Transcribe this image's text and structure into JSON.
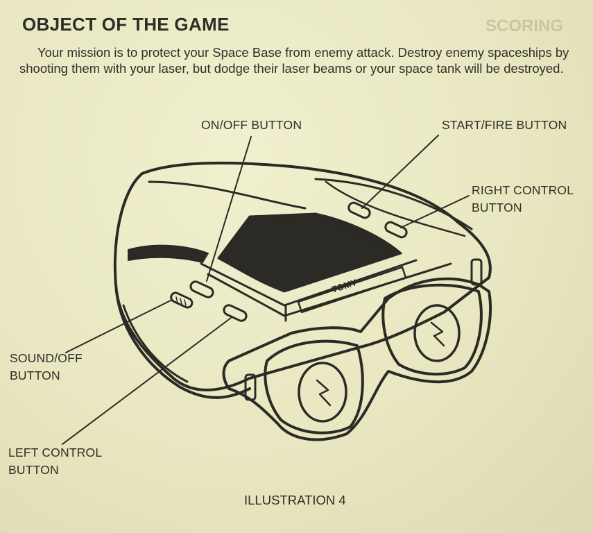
{
  "heading": "OBJECT OF THE GAME",
  "intro_text": "Your mission is to protect your Space Base from enemy attack. Destroy enemy spaceships by shooting them with your laser, but dodge their laser beams or your space tank will be destroyed.",
  "labels": {
    "on_off": "ON/OFF BUTTON",
    "start_fire": "START/FIRE BUTTON",
    "right_control_line1": "RIGHT CONTROL",
    "right_control_line2": "BUTTON",
    "sound_off_line1": "SOUND/OFF",
    "sound_off_line2": "BUTTON",
    "left_control_line1": "LEFT CONTROL",
    "left_control_line2": "BUTTON"
  },
  "caption": "ILLUSTRATION 4",
  "device_label": "TOMY",
  "colors": {
    "paper": "#ecebc6",
    "ink": "#2b2a24"
  }
}
